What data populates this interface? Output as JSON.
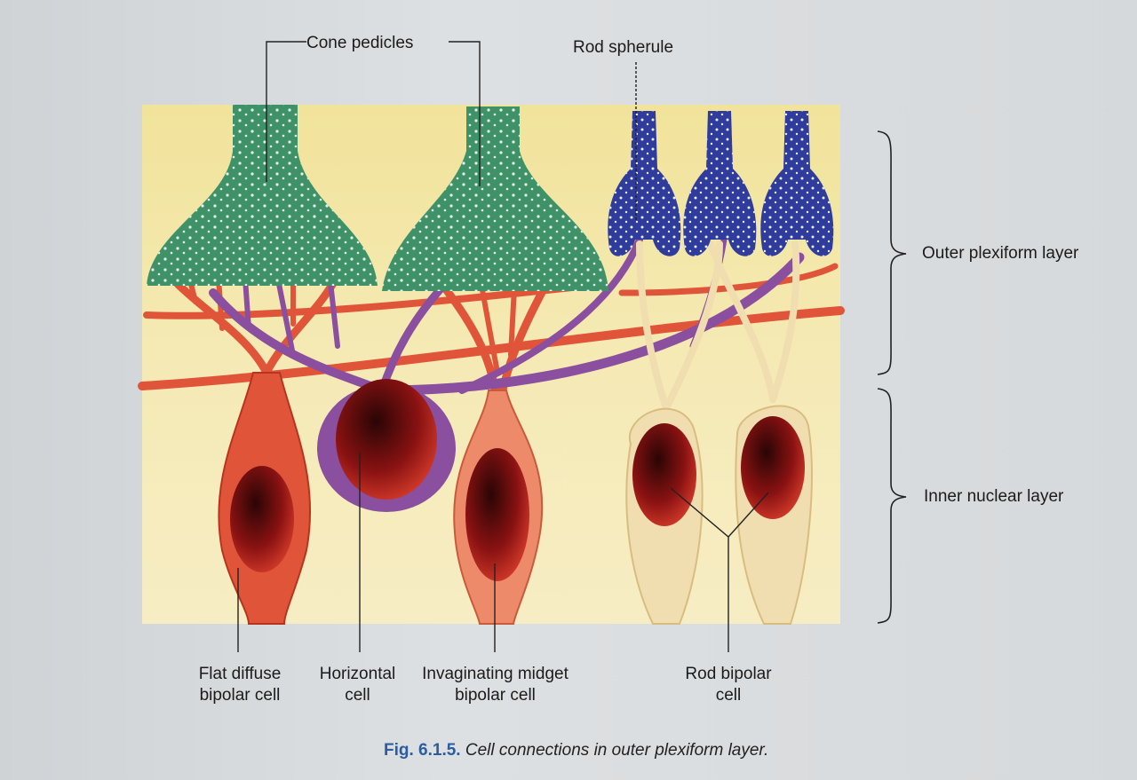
{
  "figure": {
    "labels": {
      "cone_pedicles": "Cone pedicles",
      "rod_spherule": "Rod spherule",
      "outer_plexiform_layer": "Outer plexiform layer",
      "inner_nuclear_layer": "Inner nuclear layer",
      "flat_diffuse_bipolar_cell": "Flat diffuse bipolar cell",
      "horizontal_cell": "Horizontal cell",
      "invaginating_midget_bipolar_cell": "Invaginating midget bipolar cell",
      "rod_bipolar_cell": "Rod bipolar cell"
    },
    "caption": {
      "number": "Fig. 6.1.5.",
      "text": "Cell connections in outer plexiform layer."
    },
    "colors": {
      "cone": "#3f9268",
      "rod": "#2f3c9c",
      "horizontal": "#8a4f9e",
      "bipolar": "#e0553a",
      "rod_bipolar": "#f0deb0",
      "nucleus": "#8a1414",
      "background": "#f4eaa6",
      "caption_number": "#2a5c9e"
    }
  }
}
